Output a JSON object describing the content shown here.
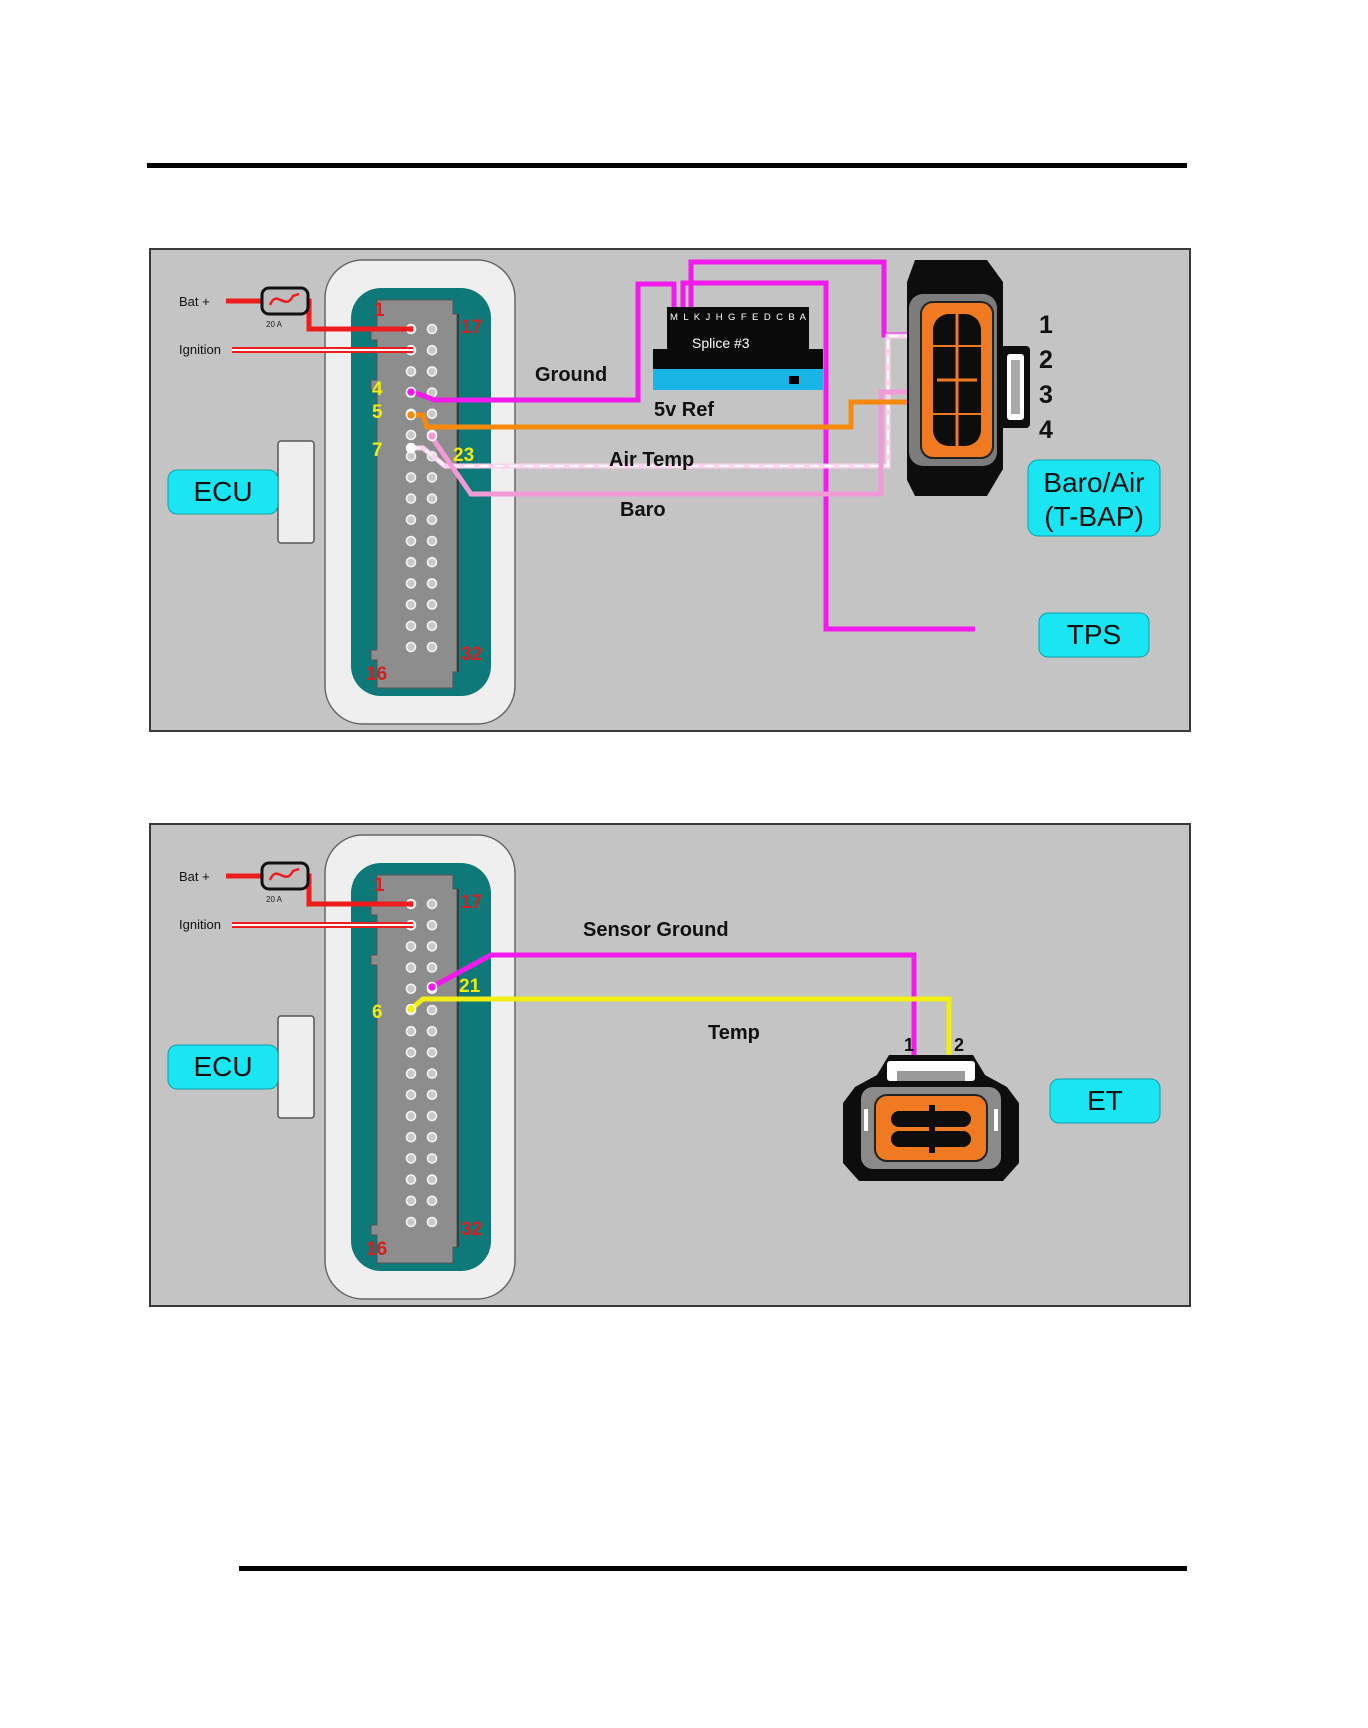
{
  "diagram1": {
    "bat_label": "Bat +",
    "ignition_label": "Ignition",
    "fuse_label": "20 A",
    "ecu_label": "ECU",
    "pin_1": "1",
    "pin_17": "17",
    "pin_16": "16",
    "pin_32": "32",
    "pin_4": "4",
    "pin_5": "5",
    "pin_7": "7",
    "pin_23": "23",
    "splice_letters": "M L K J H G F E D C B A",
    "splice_label": "Splice #3",
    "wire_ground": "Ground",
    "wire_5v_ref": "5v Ref",
    "wire_air_temp": "Air Temp",
    "wire_baro": "Baro",
    "connector_pin_1": "1",
    "connector_pin_2": "2",
    "connector_pin_3": "3",
    "connector_pin_4": "4",
    "baro_label_line1": "Baro/Air",
    "baro_label_line2": "(T-BAP)",
    "tps_label": "TPS"
  },
  "diagram2": {
    "bat_label": "Bat +",
    "ignition_label": "Ignition",
    "fuse_label": "20 A",
    "ecu_label": "ECU",
    "pin_1": "1",
    "pin_17": "17",
    "pin_16": "16",
    "pin_32": "32",
    "pin_6": "6",
    "pin_21": "21",
    "wire_sensor_ground": "Sensor Ground",
    "wire_temp": "Temp",
    "connector_pin_1": "1",
    "connector_pin_2": "2",
    "et_label": "ET"
  },
  "colors": {
    "panel_bg": "#c4c4c4",
    "ecu_teal": "#0f7878",
    "label_cyan": "#19e6f2",
    "wire_magenta": "#f21aec",
    "wire_orange": "#f58a0f",
    "wire_pink": "#f29ad6",
    "wire_yellow": "#f2ee12",
    "wire_red": "#ee1c1c",
    "connector_orange": "#ef7a22"
  }
}
